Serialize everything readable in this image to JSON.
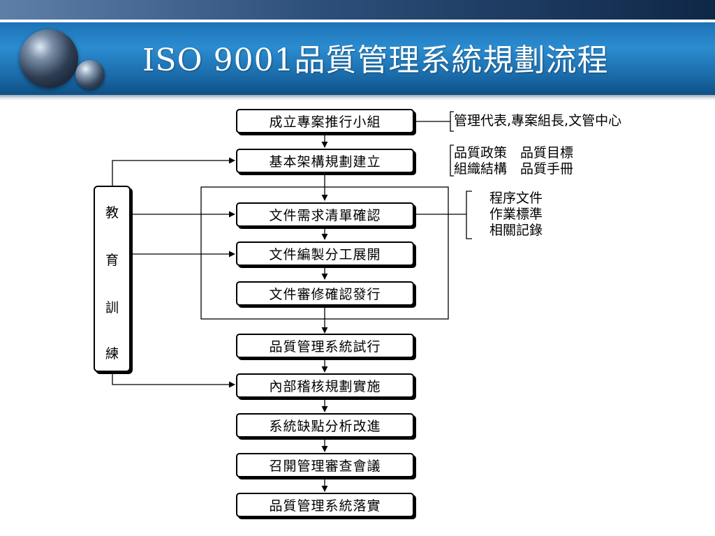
{
  "title": "ISO 9001品質管理系統規劃流程",
  "flow_steps": [
    "成立專案推行小組",
    "基本架構規劃建立",
    "文件需求清單確認",
    "文件編製分工展開",
    "文件審修確認發行",
    "品質管理系統試行",
    "內部稽核規劃實施",
    "系統缺點分析改進",
    "召開管理審查會議",
    "品質管理系統落實"
  ],
  "training": {
    "chars": [
      "教",
      "育",
      "訓",
      "練"
    ]
  },
  "notes": {
    "team": "管理代表,專案組長,文管中心",
    "framework": [
      "品質政策　品質目標",
      "組織結構　品質手冊"
    ],
    "documents": [
      "程序文件",
      "作業標準",
      "相關記錄"
    ]
  }
}
